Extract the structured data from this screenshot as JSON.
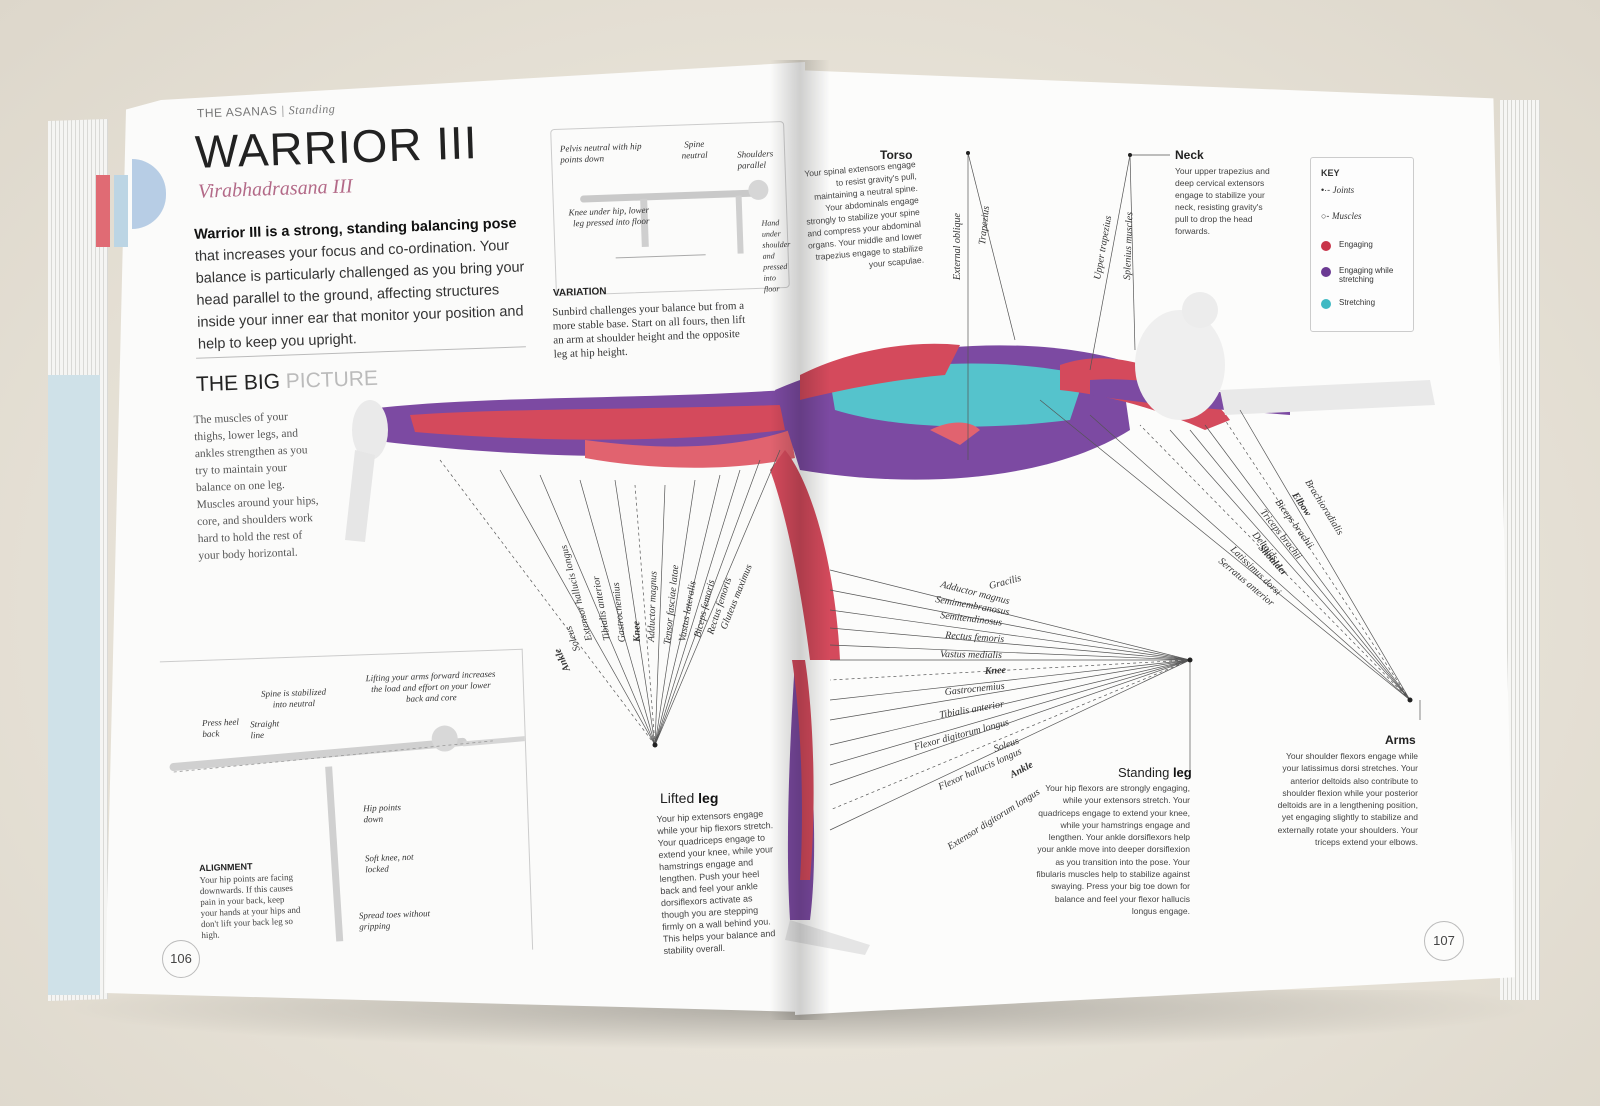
{
  "left_page": {
    "section": "THE ASANAS",
    "subsection": "Standing",
    "title": "WARRIOR III",
    "subtitle": "Virabhadrasana III",
    "intro_bold": "Warrior III is a strong, standing balancing pose",
    "intro_rest": " that increases your focus and co-ordination. Your balance is particularly challenged as you bring your head parallel to the ground, affecting structures inside your inner ear that monitor your position and help to keep you upright.",
    "big_picture_a": "THE BIG",
    "big_picture_b": " PICTURE",
    "big_picture_text": "The muscles of your thighs, lower legs, and ankles strengthen as you try to maintain your balance on one leg. Muscles around your hips, core, and shoulders work hard to hold the rest of your body horizontal.",
    "variation_labels": {
      "pelvis": "Pelvis neutral with hip points down",
      "spine": "Spine neutral",
      "shoulders": "Shoulders parallel",
      "knee": "Knee under hip, lower leg pressed into floor",
      "hand": "Hand under shoulder and pressed into floor"
    },
    "variation_heading": "VARIATION",
    "variation_text": "Sunbird challenges your balance but from a more stable base. Start on all fours, then lift an arm at shoulder height and the opposite leg at hip height.",
    "alignment_labels": {
      "press_heel": "Press heel back",
      "straight_line": "Straight line",
      "spine": "Spine is stabilized into neutral",
      "lifting": "Lifting your arms forward increases the load and effort on your lower back and core",
      "hip_points": "Hip points down",
      "soft_knee": "Soft knee, not locked",
      "spread_toes": "Spread toes without gripping"
    },
    "alignment_heading": "ALIGNMENT",
    "alignment_text": "Your hip points are facing downwards. If this causes pain in your back, keep your hands at your hips and don't lift your back leg so high.",
    "page_number": "106",
    "lifted_leg_title_a": "Lifted ",
    "lifted_leg_title_b": "leg",
    "lifted_leg_text": "Your hip extensors engage while your hip flexors stretch. Your quadriceps engage to extend your knee, while your hamstrings engage and lengthen. Push your heel back and feel your ankle dorsiflexors activate as though you are stepping firmly on a wall behind you. This helps your balance and stability overall.",
    "lifted_leg_labels": [
      "Ankle",
      "Soleus",
      "Extensor hallucis longus",
      "Tibialis anterior",
      "Gastrocnemius",
      "Knee",
      "Adductor magnus",
      "Tensor fasciae latae",
      "Vastus lateralis",
      "Biceps femoris",
      "Rectus femoris",
      "Gluteus maximus"
    ]
  },
  "right_page": {
    "torso_title": "Torso",
    "torso_text": "Your spinal extensors engage to resist gravity's pull, maintaining a neutral spine. Your abdominals engage strongly to stabilize your spine and compress your abdominal organs. Your middle and lower trapezius engage to stabilize your scapulae.",
    "torso_labels": [
      "External oblique",
      "Trapezius"
    ],
    "neck_title": "Neck",
    "neck_text": "Your upper trapezius and deep cervical extensors engage to stabilize your neck, resisting gravity's pull to drop the head forwards.",
    "neck_labels": [
      "Upper trapezius",
      "Splenius muscles"
    ],
    "key": {
      "title": "KEY",
      "joints": "Joints",
      "muscles": "Muscles",
      "items": [
        {
          "label": "Engaging",
          "color": "#c8344a"
        },
        {
          "label": "Engaging while stretching",
          "color": "#6b3a93"
        },
        {
          "label": "Stretching",
          "color": "#3fb9c3"
        }
      ]
    },
    "standing_leg_labels": [
      "Gracilis",
      "Adductor magnus",
      "Semimembranosus",
      "Semitendinosus",
      "Rectus femoris",
      "Vastus medialis",
      "Knee",
      "Gastrocnemius",
      "Tibialis anterior",
      "Flexor digitorum longus",
      "Soleus",
      "Flexor hallucis longus",
      "Ankle",
      "Extensor digitorum longus"
    ],
    "standing_leg_title_a": "Standing ",
    "standing_leg_title_b": "leg",
    "standing_leg_text": "Your hip flexors are strongly engaging, while your extensors stretch. Your quadriceps engage to extend your knee, while your hamstrings engage and lengthen. Your ankle dorsiflexors help your ankle move into deeper dorsiflexion as you transition into the pose. Your fibularis muscles help to stabilize against swaying. Press your big toe down for balance and feel your flexor hallucis longus engage.",
    "arm_labels": [
      "Brachioradialis",
      "Elbow",
      "Biceps brachii",
      "Triceps brachii",
      "Deltoids",
      "Shoulder",
      "Latissimus dorsi",
      "Serratus anterior"
    ],
    "arms_title": "Arms",
    "arms_text": "Your shoulder flexors engage while your latissimus dorsi stretches. Your anterior deltoids also contribute to shoulder flexion while your posterior deltoids are in a lengthening position, yet engaging slightly to stabilize and externally rotate your shoulders. Your triceps extend your elbows.",
    "page_number": "107"
  },
  "colors": {
    "engaging": "#c8344a",
    "engaging_stretching": "#6b3a93",
    "stretching": "#3fb9c3",
    "tab_red": "#d9545f",
    "tab_blue": "#a9c8dc"
  }
}
